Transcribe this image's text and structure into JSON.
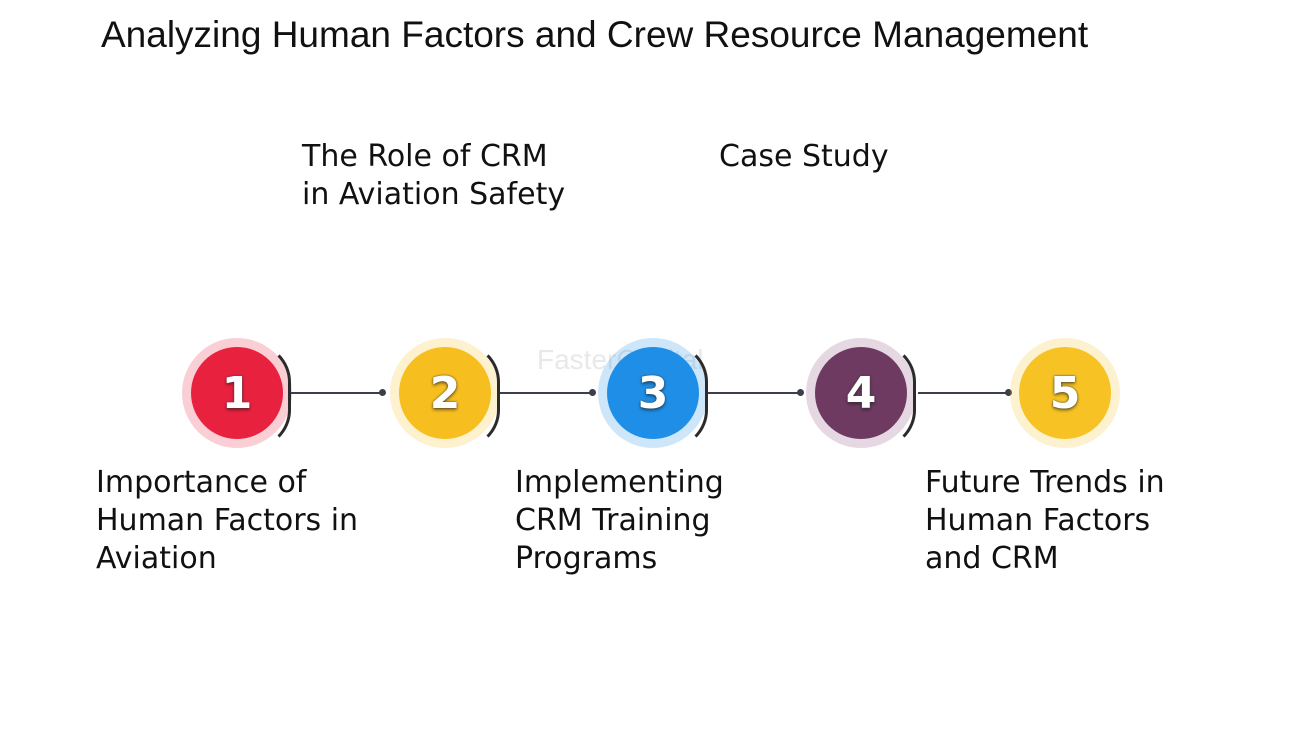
{
  "title": "Analyzing Human Factors and Crew Resource Management",
  "watermark": "FasterCapital",
  "steps": [
    {
      "number": "1",
      "label": "Importance of\nHuman Factors in\nAviation",
      "color": "#e8213f",
      "halo": "#e8213f"
    },
    {
      "number": "2",
      "label": "The Role of CRM\nin Aviation Safety",
      "color": "#f7be1f",
      "halo": "#f7be1f"
    },
    {
      "number": "3",
      "label": "Implementing\nCRM Training\nPrograms",
      "color": "#1f8ee6",
      "halo": "#1f8ee6"
    },
    {
      "number": "4",
      "label": "Case Study",
      "color": "#6e3a62",
      "halo": "#8a4c7c"
    },
    {
      "number": "5",
      "label": "Future Trends in\nHuman Factors\nand CRM",
      "color": "#f7c324",
      "halo": "#f7c324"
    }
  ]
}
